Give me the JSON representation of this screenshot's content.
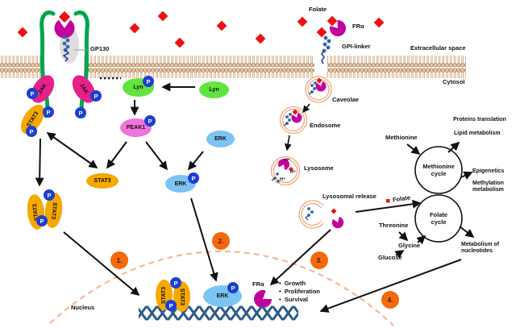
{
  "membrane": {
    "extracellular": "Extracellular space",
    "cytosol": "Cytosol"
  },
  "receptor": {
    "gp130": "GP130",
    "folate": "Folate",
    "fra": "FRα",
    "gpi_linker": "GPI-linker"
  },
  "proteins": {
    "jak": "JAK",
    "stat3": "STAT3",
    "lyn": "Lyn",
    "peak1": "PEAK1",
    "erk": "ERK",
    "phospho": "P"
  },
  "vesicles": {
    "caveolae": "Caveolae",
    "endosome": "Endosome",
    "lysosome": "Lysosome",
    "lysosomal_release": "Lysosomal release",
    "proton": "H⁺"
  },
  "nucleus": {
    "label": "Nucleus",
    "fra": "FRα",
    "outcomes": [
      "Growth",
      "Proliferation",
      "Survival"
    ],
    "bullet": "•"
  },
  "steps": [
    "1.",
    "2.",
    "3.",
    "4."
  ],
  "metabolism": {
    "methionine": "Methionine",
    "methionine_cycle": [
      "Methionine",
      "cycle"
    ],
    "folate_cycle": [
      "Folate",
      "cycle"
    ],
    "folate": "Folate",
    "threonine": "Threonine",
    "glycine": "Glycine",
    "glucose": "Glucose",
    "outputs": {
      "proteins_translation": "Proteins translation",
      "lipid_metabolism": "Lipid metabolism",
      "epigenetics": "Epigenetics",
      "methylation": [
        "Methylation",
        "metabolism"
      ],
      "nucleotides": [
        "Metabolism of",
        "nucleotides"
      ]
    }
  },
  "colors": {
    "jak": "#E8218A",
    "stat3": "#F5A800",
    "lyn": "#62E43F",
    "peak1": "#F272DE",
    "erk": "#7CC4F2",
    "phospho": "#1C3FD4",
    "step": "#F26A0D",
    "folate": "#EE1111",
    "fra": "#C4009E",
    "gp130": "#00A551",
    "membranehead": "#EACBA4",
    "membraneline": "#A8734A",
    "vesicle": "#F0A87E",
    "nucleusdash": "#F7B289",
    "dna": "#2A5A8C",
    "beads": "#3465A8",
    "text": "#111111"
  }
}
